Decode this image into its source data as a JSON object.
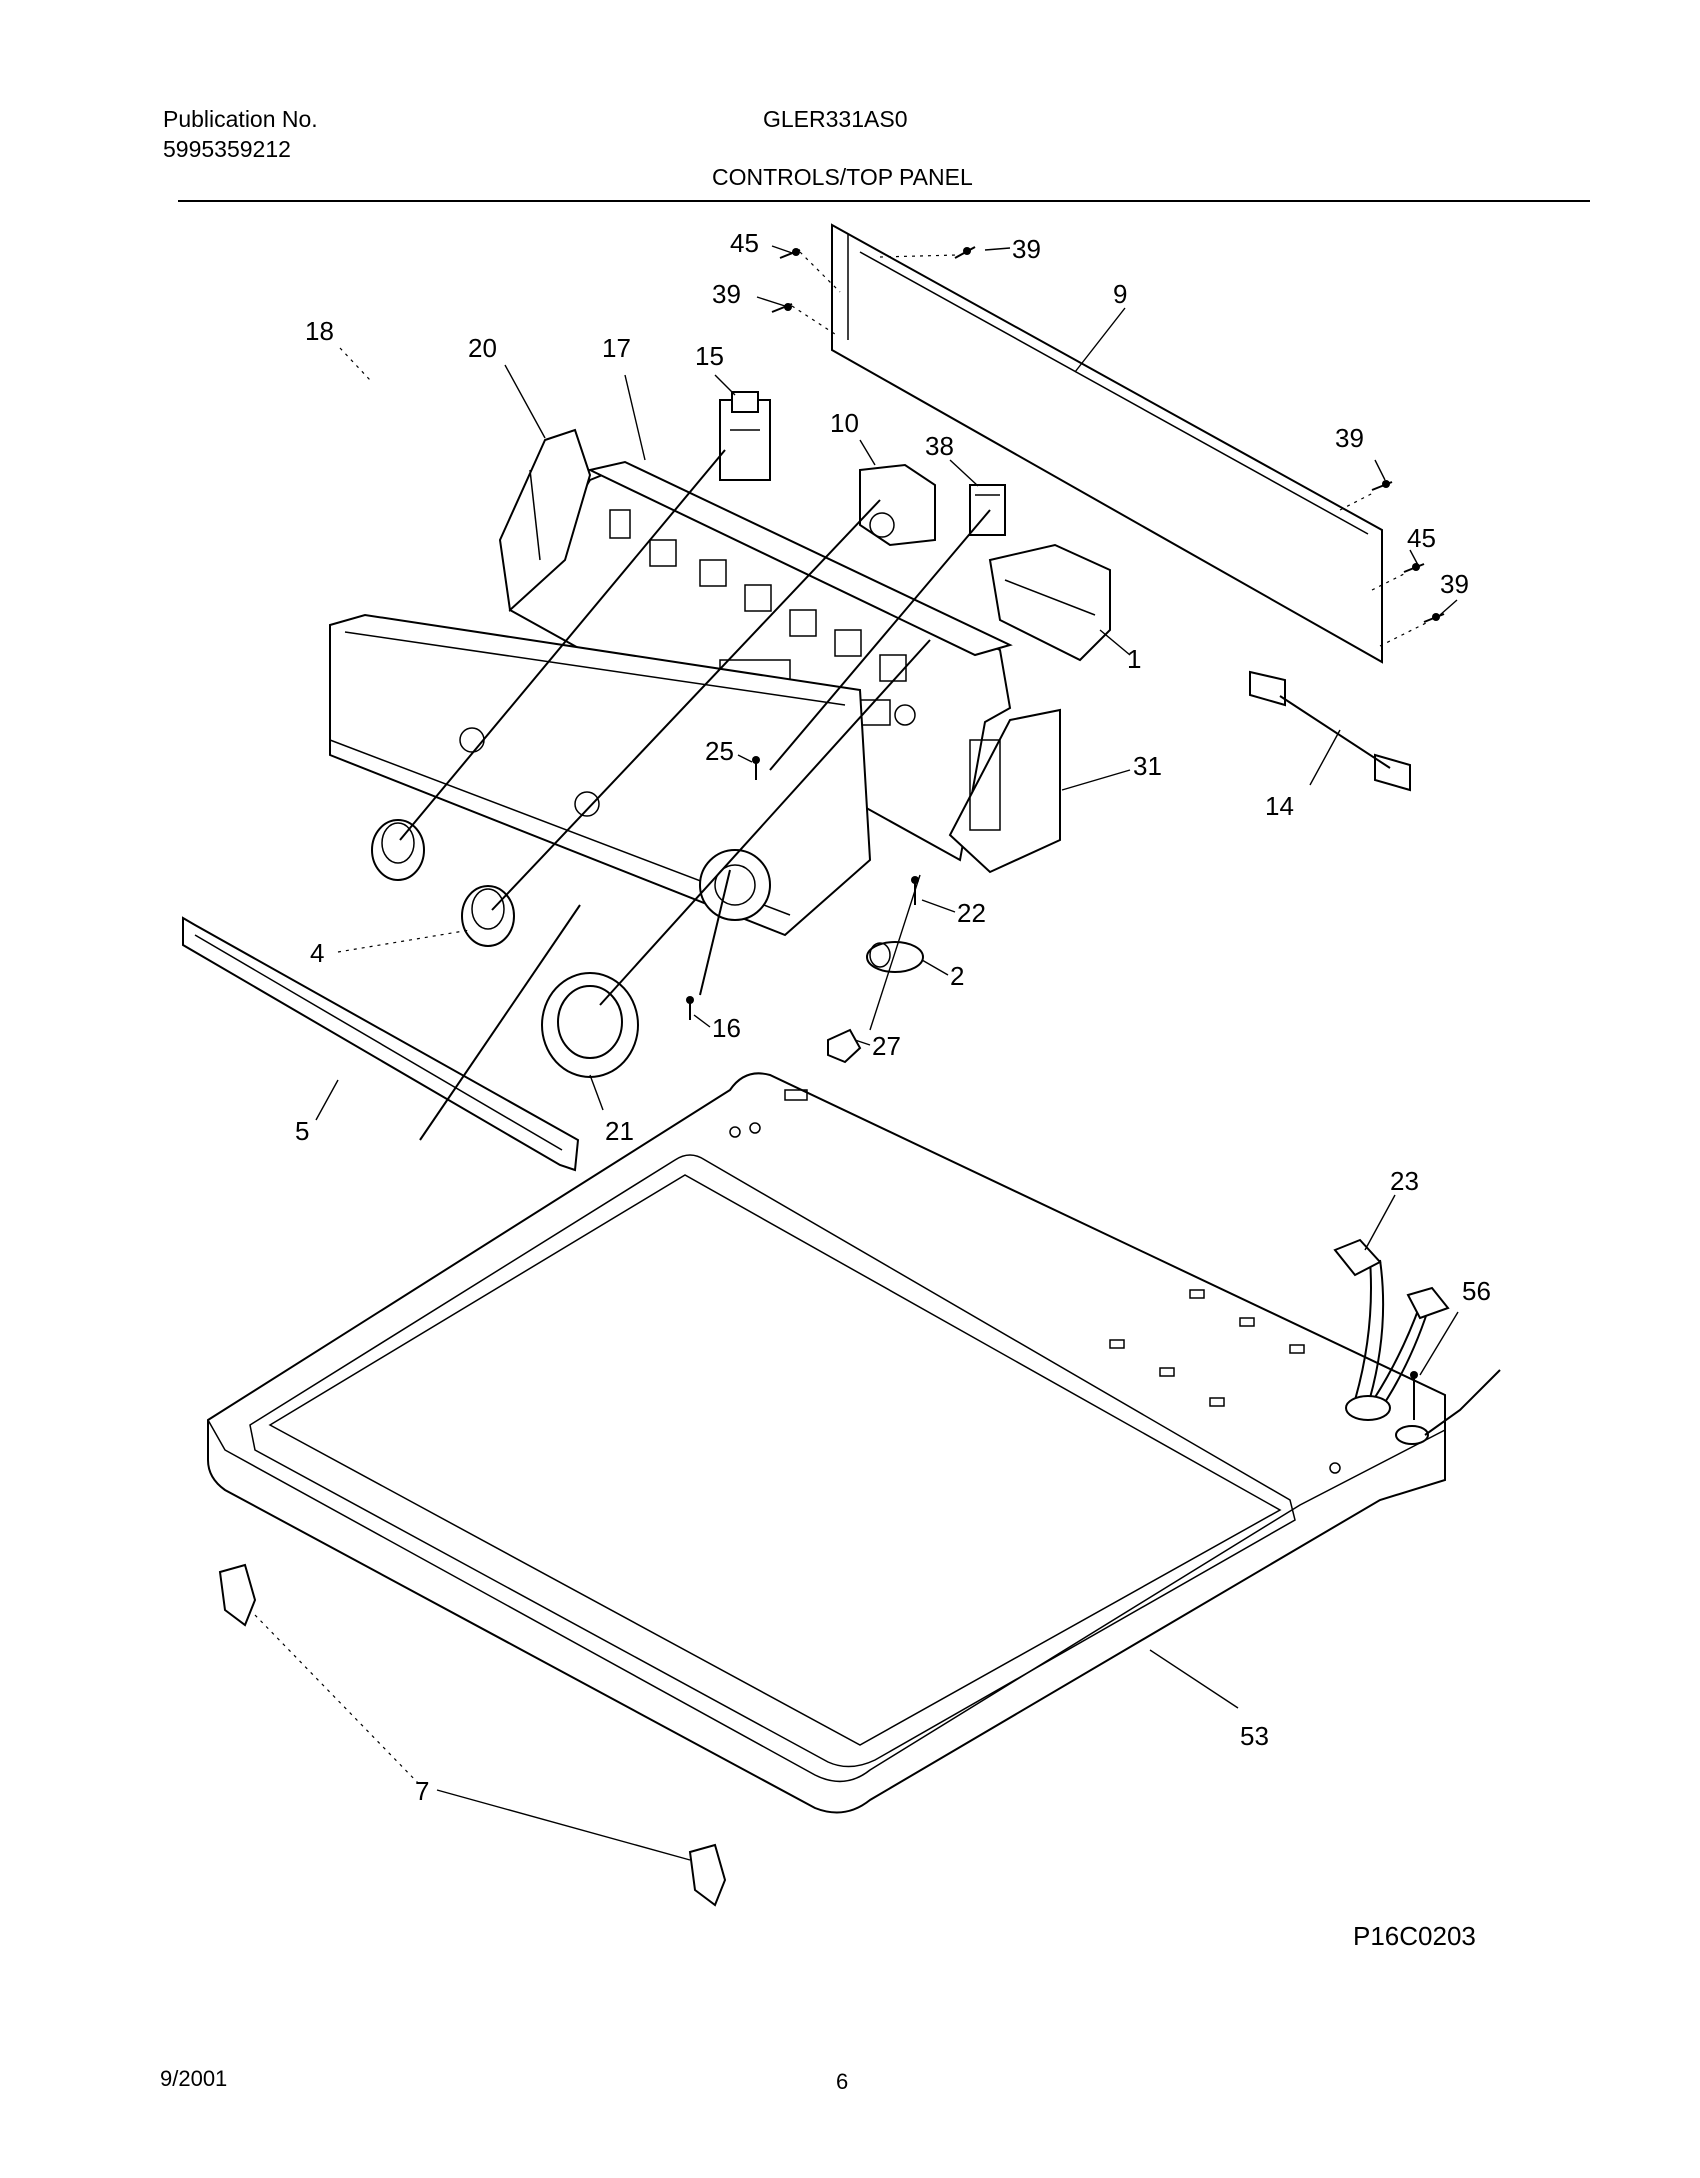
{
  "header": {
    "publication_label": "Publication No.",
    "publication_number": "5995359212",
    "model": "GLER331AS0",
    "section_title": "CONTROLS/TOP PANEL"
  },
  "diagram": {
    "code": "P16C0203",
    "callouts": [
      "45",
      "39",
      "39",
      "9",
      "20",
      "17",
      "15",
      "10",
      "38",
      "39",
      "45",
      "39",
      "18",
      "1",
      "14",
      "25",
      "31",
      "22",
      "2",
      "4",
      "16",
      "27",
      "5",
      "21",
      "23",
      "56",
      "53",
      "7"
    ]
  },
  "footer": {
    "date": "9/2001",
    "page": "6"
  }
}
